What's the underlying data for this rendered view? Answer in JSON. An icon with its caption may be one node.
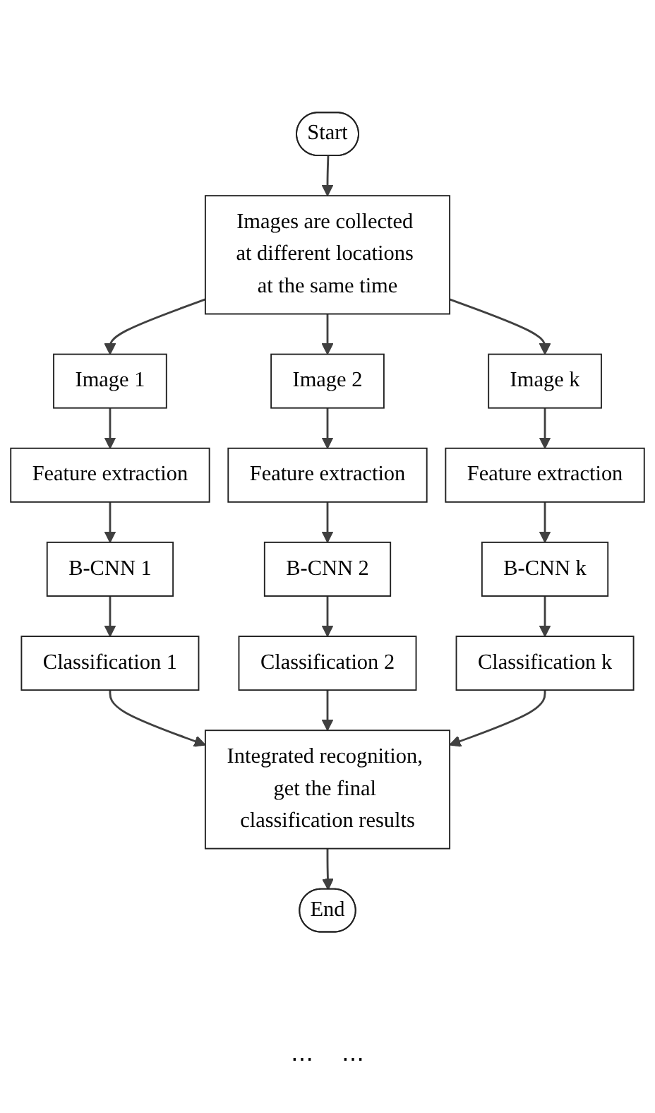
{
  "diagram": {
    "nodes": [
      {
        "text": [
          "Start"
        ]
      },
      {
        "text": [
          "Images are collected at different locations at the same time"
        ]
      },
      {
        "text": [
          "Image 1"
        ]
      },
      {
        "text": [
          "Image 2"
        ]
      },
      {
        "text": [
          "Image k"
        ]
      },
      {
        "text": [
          "Feature extraction"
        ]
      },
      {
        "text": [
          "Feature extraction"
        ]
      },
      {
        "text": [
          "Feature extraction"
        ]
      },
      {
        "text": [
          "B-CNN 1"
        ]
      },
      {
        "text": [
          "B-CNN 2"
        ]
      },
      {
        "text": [
          "B-CNN k"
        ]
      },
      {
        "text": [
          "Classification 1"
        ]
      },
      {
        "text": [
          "Classification 2"
        ]
      },
      {
        "text": [
          "Classification k"
        ]
      },
      {
        "text": [
          "Integrated recognition, get the final classification results"
        ]
      },
      {
        "text": [
          "End"
        ]
      }
    ],
    "edges": [
      {
        "from": 0,
        "to": 1,
        "arrow": "to"
      },
      {
        "from": 1,
        "to": 2,
        "arrow": "to"
      },
      {
        "from": 1,
        "to": 3,
        "arrow": "to"
      },
      {
        "from": 1,
        "to": 4,
        "arrow": "to"
      },
      {
        "from": 2,
        "to": 5,
        "arrow": "to"
      },
      {
        "from": 3,
        "to": 6,
        "arrow": "to"
      },
      {
        "from": 4,
        "to": 7,
        "arrow": "to"
      },
      {
        "from": 5,
        "to": 8,
        "arrow": "to"
      },
      {
        "from": 6,
        "to": 9,
        "arrow": "to"
      },
      {
        "from": 7,
        "to": 10,
        "arrow": "to"
      },
      {
        "from": 8,
        "to": 11,
        "arrow": "to"
      },
      {
        "from": 9,
        "to": 12,
        "arrow": "to"
      },
      {
        "from": 10,
        "to": 13,
        "arrow": "to"
      },
      {
        "from": 11,
        "to": 14,
        "arrow": "to"
      },
      {
        "from": 12,
        "to": 14,
        "arrow": "to"
      },
      {
        "from": 13,
        "to": 14,
        "arrow": "to"
      },
      {
        "from": 14,
        "to": 15,
        "arrow": "to"
      }
    ],
    "labels": [
      "⋯",
      "⋯"
    ]
  }
}
